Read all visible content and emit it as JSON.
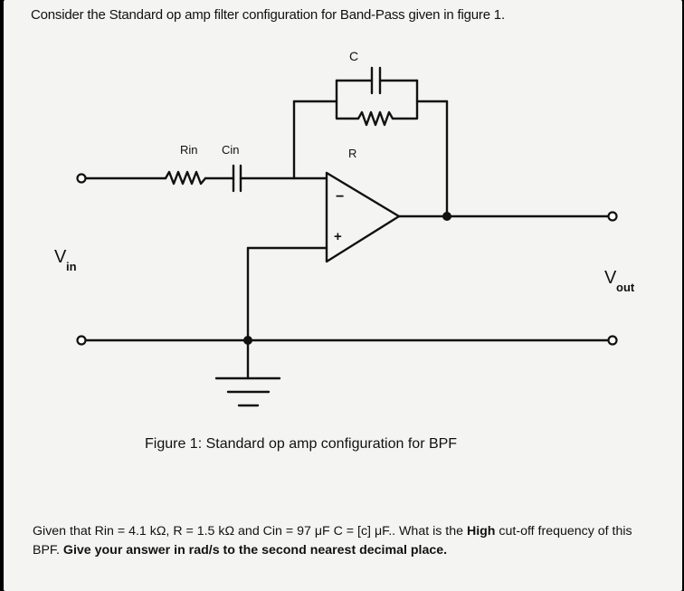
{
  "header": {
    "title": "Consider the Standard op amp filter configuration for Band-Pass given in figure 1."
  },
  "figure": {
    "labels": {
      "c": "C",
      "r": "R",
      "rin": "Rin",
      "cin": "Cin",
      "vin_main": "V",
      "vin_sub": "in",
      "vout_main": "V",
      "vout_sub": "out",
      "minus": "−",
      "plus": "+"
    },
    "caption": "Figure 1:  Standard op amp configuration for BPF"
  },
  "question": {
    "part1": "Given that Rin = 4.1 kΩ, R = 1.5 kΩ and Cin = 97 μF C = [c] μF.. What is the ",
    "bold1": "High",
    "part2": " cut-off frequency of this BPF. ",
    "bold2": "Give your answer in rad/s to the second nearest decimal place."
  }
}
